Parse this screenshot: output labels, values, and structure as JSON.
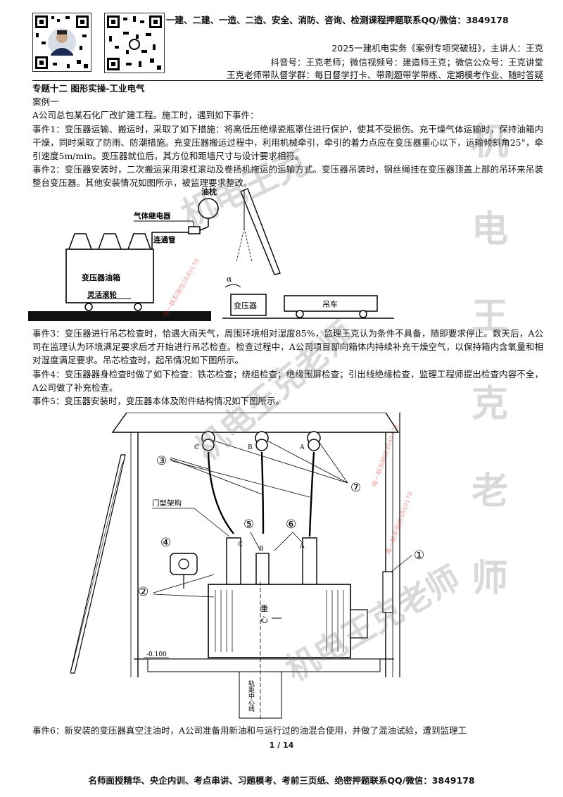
{
  "header": {
    "top_line": "一建、二建、一造、二造、安全、消防、咨询、检测课程押题联系QQ/微信：3849178",
    "course_line": "2025一建机电实务《案例专项突破班》，主讲人：王克",
    "social_line": "抖音号：王克老师；微信视频号：建造师王克；微信公众号：王克讲堂",
    "group_line": "王克老师带队督学群：每日督学打卡、带刷题带学带练、定期模考作业、随时答疑"
  },
  "section_title": "专题十二 图形实操-工业电气",
  "case_label": "案例一",
  "paragraphs": {
    "intro": "A公司总包某石化厂改扩建工程。施工时，遇到如下事件：",
    "event1": "事件1：变压器运输、搬运时，采取了如下措施：将高低压绝缘瓷瓶罩住进行保护，使其不受损伤。充干燥气体运输时，保持油箱内干燥，同时采取了防雨、防潮措施。充变压器搬运过程中，利用机械牵引，牵引的着力点应在变压器重心以下，运输倾斜角25°，牵引速度5m/min。变压器就位后，其方位和距墙尺寸与设计要求相符。",
    "event2": "事件2：变压器安装时，二次搬运采用滚杠滚动及卷扬机拖运的运输方式。变压器吊装时，钢丝绳挂在变压器顶盖上部的吊环来吊装整台变压器。其他安装情况如图所示，被监理要求整改。",
    "event3": "事件3：变压器进行吊芯检查时，恰遇大雨天气，周围环境相对湿度85%，监理王克认为条件不具备，随即要求停止。数天后，A公司在监理认为环境满足要求后才开始进行吊芯检查。检查过程中，A公司项目部向箱体内持续补充干燥空气，以保持箱内含氧量和相对湿度满足要求。吊芯检查时，起吊情况如下图所示。",
    "event4": "事件4：变压器器身检查时做了如下检查：铁芯检查；绕组检查；绝缘围屏检查；引出线绝缘检查，监理工程师提出检查内容不全，A公司做了补充检查。",
    "event5": "事件5：变压器安装时，变压器本体及附件结构情况如下图所示。",
    "event6": "事件6：新安装的变压器真空注油时，A公司准备用新油和与运行过的油混合使用，并做了混油试验，遭到监理工"
  },
  "figure1": {
    "oil_pillow": "油枕",
    "gas_relay": "气体继电器",
    "conn_pipe": "连通管",
    "tank": "变压器油箱",
    "wheel": "灵活滚轮",
    "alpha": "α",
    "transformer": "变压器",
    "crane": "吊车"
  },
  "figure2": {
    "phase_c": "C",
    "phase_b": "B",
    "phase_a": "A",
    "gantry": "门型架构",
    "gravity": "重心",
    "elevation": "-0.100",
    "axis_line": "轨距中心线",
    "n1": "①",
    "n2": "②",
    "n3": "③",
    "n4": "④",
    "n5": "⑤",
    "n6": "⑥",
    "n7": "⑦"
  },
  "watermarks": {
    "big1": "机电王克",
    "big2": "机电王克老师",
    "big3": "机电王克老师",
    "vertical": [
      "机",
      "电",
      "王",
      "克",
      "老",
      "师"
    ],
    "small1": "唯一联系微信3849178",
    "small2": "唯一联系微信3849178",
    "small3": "唯一联系微信3849178"
  },
  "page_number": "1 / 14",
  "footer": "名师面授精华、央企内训、考点串讲、习题模考、考前三页纸、绝密押题联系QQ/微信：3849178"
}
